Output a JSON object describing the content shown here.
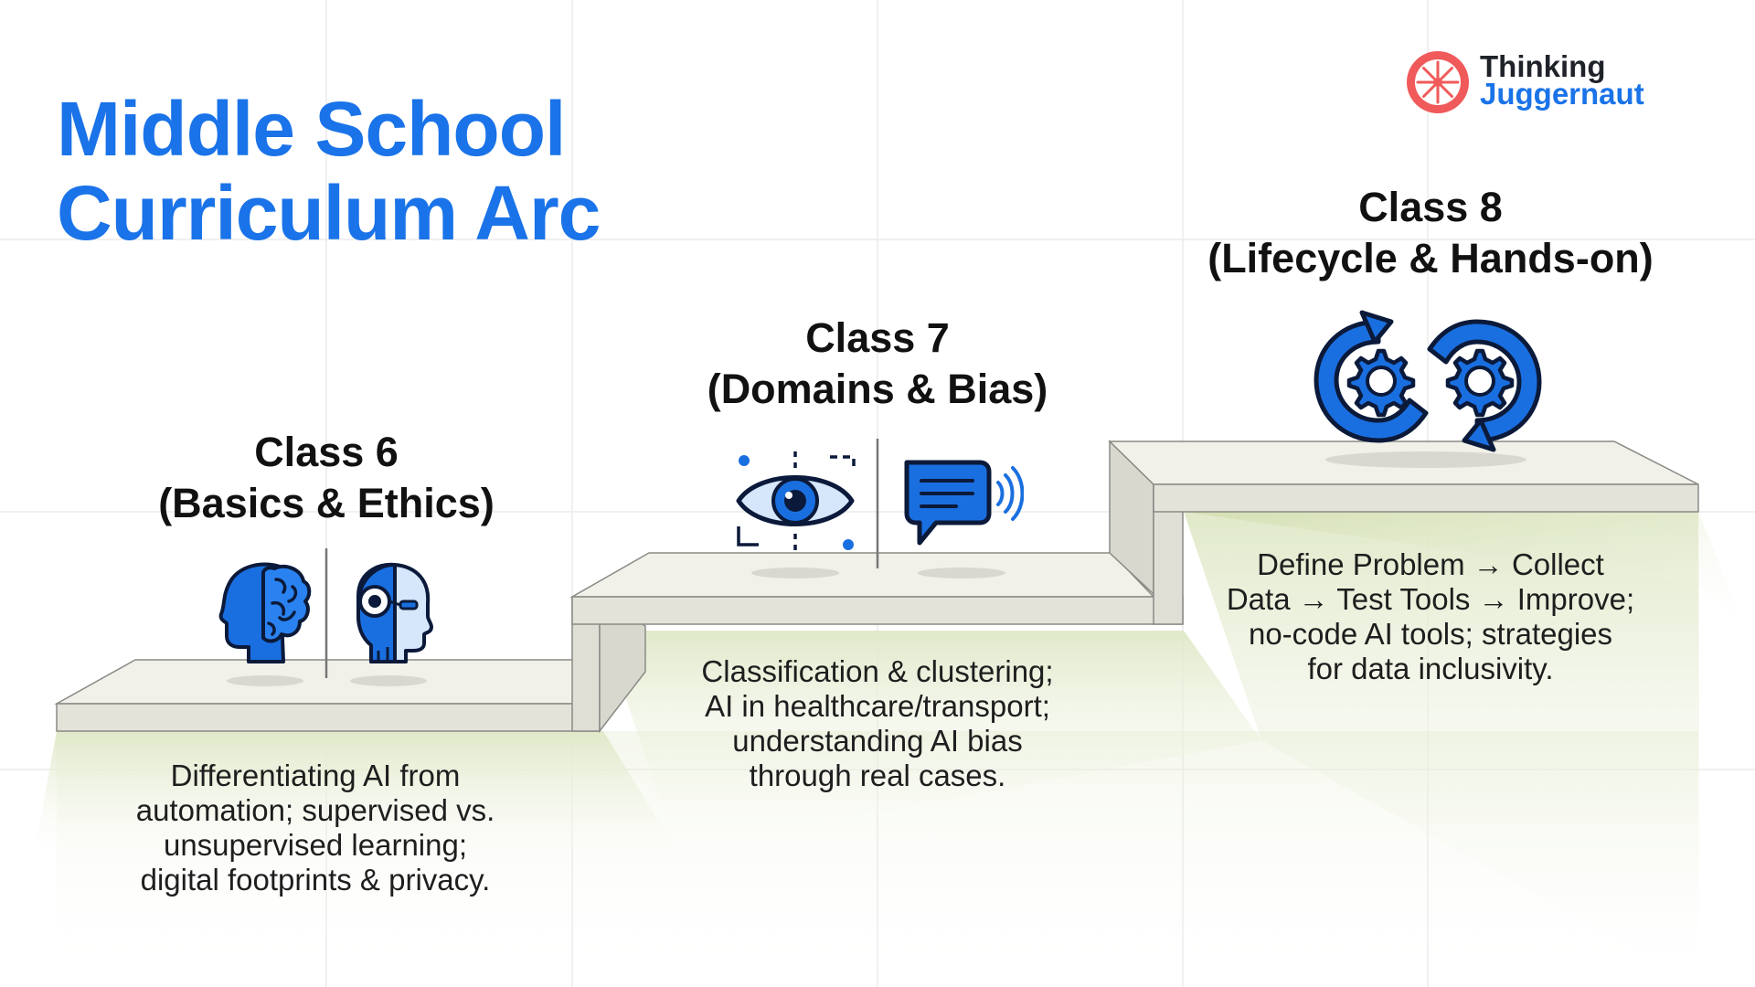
{
  "title": {
    "line1": "Middle School",
    "line2": "Curriculum Arc"
  },
  "brand": {
    "line1": "Thinking",
    "line2": "Juggernaut",
    "accent_color": "#f05a5a"
  },
  "colors": {
    "title_blue": "#1a73e8",
    "icon_blue": "#1a6fe0",
    "icon_dark": "#0b1a3a",
    "step_top": "#f1f0e9",
    "step_side": "#d9d8cf",
    "shadow_green": "#dfe8c7"
  },
  "steps": [
    {
      "heading_line1": "Class 6",
      "heading_line2": "(Basics & Ethics)",
      "icons": [
        "brain-head-icon",
        "robot-head-icon"
      ],
      "description": [
        "Differentiating AI from",
        "automation; supervised vs.",
        "unsupervised learning;",
        "digital footprints & privacy."
      ]
    },
    {
      "heading_line1": "Class 7",
      "heading_line2": "(Domains & Bias)",
      "icons": [
        "eye-scan-icon",
        "chat-bubble-icon"
      ],
      "description": [
        "Classification & clustering;",
        "AI in healthcare/transport;",
        "understanding AI bias",
        "through real cases."
      ]
    },
    {
      "heading_line1": "Class 8",
      "heading_line2": "(Lifecycle & Hands-on)",
      "icons": [
        "gears-cycle-icon"
      ],
      "description": [
        "Define Problem → Collect",
        "Data → Test Tools → Improve;",
        "no-code AI tools; strategies",
        "for data inclusivity."
      ]
    }
  ]
}
